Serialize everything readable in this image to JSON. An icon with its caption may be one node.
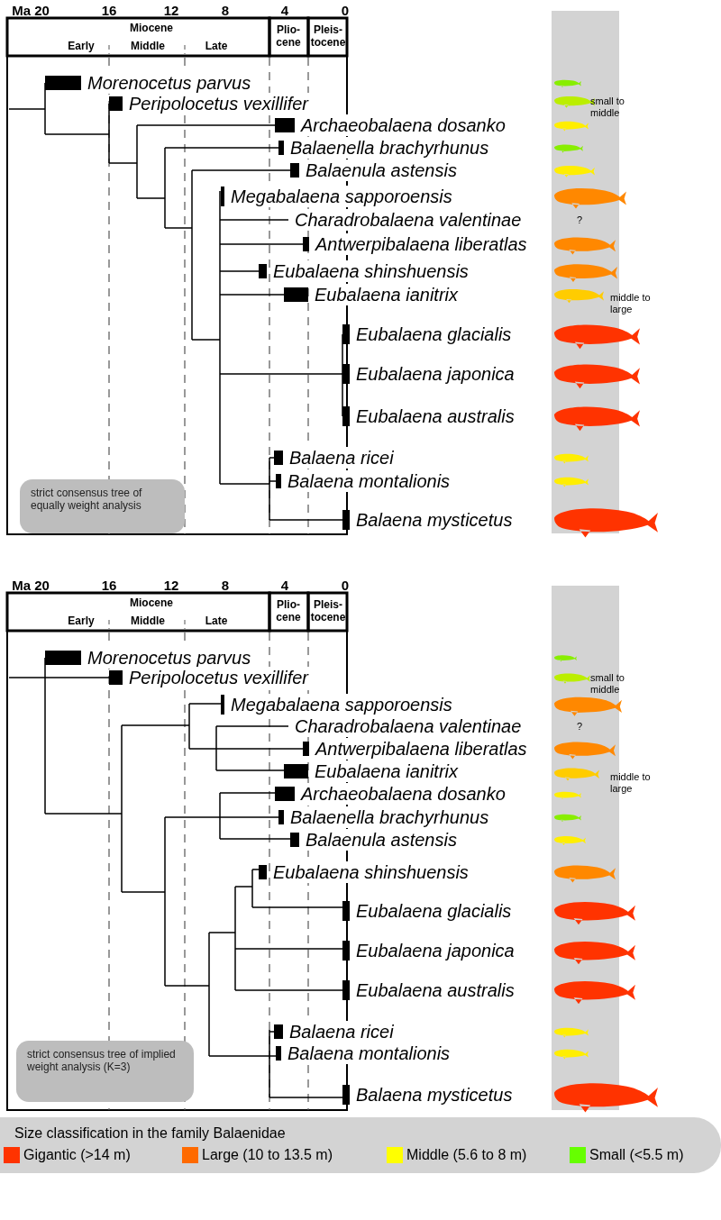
{
  "diagram": {
    "nodes": [
      {
        "text": [
          "strict consensus tree of equally weight analysis"
        ]
      },
      {
        "text": [
          "strict consensus tree of implied weight analysis (K=3)"
        ]
      }
    ],
    "labels": [
      "Ma 20",
      "16",
      "12",
      "8",
      "4",
      "0",
      "Miocene",
      "Plio- cene",
      "Pleis- tocene",
      "Early",
      "Middle",
      "Late",
      "Morenocetus parvus",
      "Peripolocetus vexillifer",
      "small to middle",
      "Archaeobalaena dosanko",
      "Balaenella brachyrhunus",
      "Balaenula astensis",
      "Megabalaena sapporoensis",
      "Charadrobalaena valentinae",
      "?",
      "Antwerpibalaena liberatlas",
      "Eubalaena shinshuensis",
      "Eubalaena ianitrix",
      "middle to large",
      "Eubalaena glacialis",
      "Eubalaena japonica",
      "Eubalaena australis",
      "Balaena ricei",
      "Balaena montalionis",
      "Balaena mysticetus",
      "Ma 20",
      "16",
      "12",
      "8",
      "4",
      "0",
      "Miocene",
      "Plio- cene",
      "Pleis- tocene",
      "Early",
      "Middle",
      "Late",
      "Morenocetus parvus",
      "Peripolocetus vexillifer",
      "small to middle",
      "Megabalaena sapporoensis",
      "Charadrobalaena valentinae",
      "?",
      "Antwerpibalaena liberatlas",
      "Eubalaena ianitrix",
      "middle to large",
      "Archaeobalaena dosanko",
      "Balaenella brachyrhunus",
      "Balaenula astensis",
      "Eubalaena shinshuensis",
      "Eubalaena glacialis",
      "Eubalaena japonica",
      "Eubalaena australis",
      "Balaena ricei",
      "Balaena montalionis",
      "Balaena mysticetus",
      "Size classification in the family Balaenidae"
    ],
    "legend": [
      {
        "text": "Gigantic (>14 m)",
        "color": "#ff3300"
      },
      {
        "text": "Large (10 to 13.5 m)",
        "color": "#ff6a00"
      },
      {
        "text": "Middle (5.6 to 8 m)",
        "color": "#ffff00"
      },
      {
        "text": "Small (<5.5 m)",
        "color": "#66ff00"
      }
    ]
  }
}
